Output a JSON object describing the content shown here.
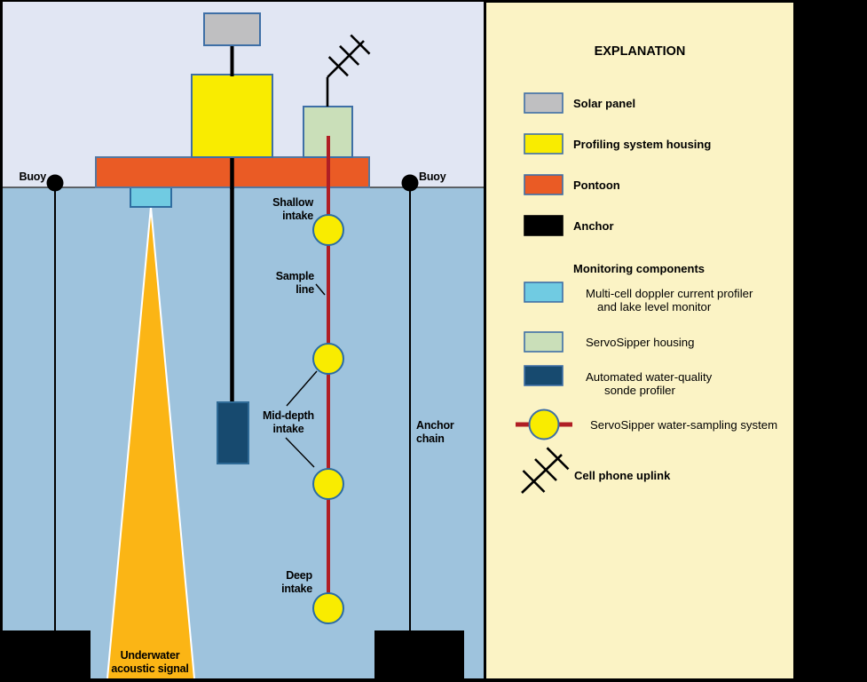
{
  "colors": {
    "frame": "#000000",
    "sky": "#E1E6F3",
    "water": "#9EC3DD",
    "panel": "#FBF3C5",
    "solar_panel": "#BFBFC1",
    "profiling_housing": "#F9EC00",
    "pontoon": "#EA5B25",
    "anchor": "#000000",
    "doppler": "#70CBE2",
    "servo_housing": "#CADFB9",
    "sonde": "#174A6F",
    "intake": "#F9EC00",
    "sample_line": "#B01E24",
    "acoustic_beam": "#FBB515",
    "border": "#3E6FA6",
    "waterline": "#3B3B3B"
  },
  "diagram": {
    "labels": {
      "buoy_left": "Buoy",
      "buoy_right": "Buoy",
      "shallow_intake": "Shallow\nintake",
      "sample_line": "Sample\nline",
      "mid_depth_intake": "Mid-depth\nintake",
      "deep_intake": "Deep\nintake",
      "anchor_chain": "Anchor\nchain",
      "acoustic_signal": "Underwater\nacoustic signal"
    }
  },
  "legend": {
    "title": "EXPLANATION",
    "items": [
      {
        "label": "Solar panel",
        "color": "#BFBFC1"
      },
      {
        "label": "Profiling system housing",
        "color": "#F9EC00"
      },
      {
        "label": "Pontoon",
        "color": "#EA5B25"
      },
      {
        "label": "Anchor",
        "color": "#000000"
      }
    ],
    "monitoring_header": "Monitoring components",
    "monitoring_items": [
      {
        "label": "Multi-cell doppler current profiler\nand lake level monitor",
        "color": "#70CBE2"
      },
      {
        "label": "ServoSipper housing",
        "color": "#CADFB9"
      },
      {
        "label": "Automated water-quality\nsonde profiler",
        "color": "#174A6F"
      },
      {
        "label": "ServoSipper water-sampling system",
        "icon": "sampler-icon"
      },
      {
        "label": "Cell phone uplink",
        "icon": "cell-antenna-icon"
      }
    ]
  }
}
